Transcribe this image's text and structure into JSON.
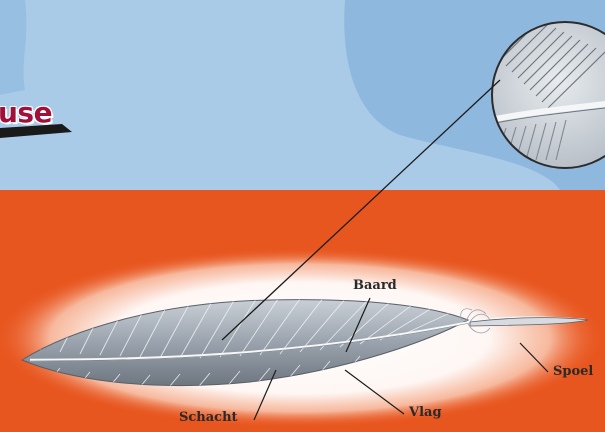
{
  "header": {
    "title_fragment": "use"
  },
  "labels": {
    "baard": "Baard",
    "spoel": "Spoel",
    "schacht": "Schacht",
    "vlag": "Vlag"
  },
  "colors": {
    "sky_light": "#a9cbe8",
    "sky_dark": "#8fb8de",
    "orange": "#e8561f",
    "title": "#a01038"
  }
}
